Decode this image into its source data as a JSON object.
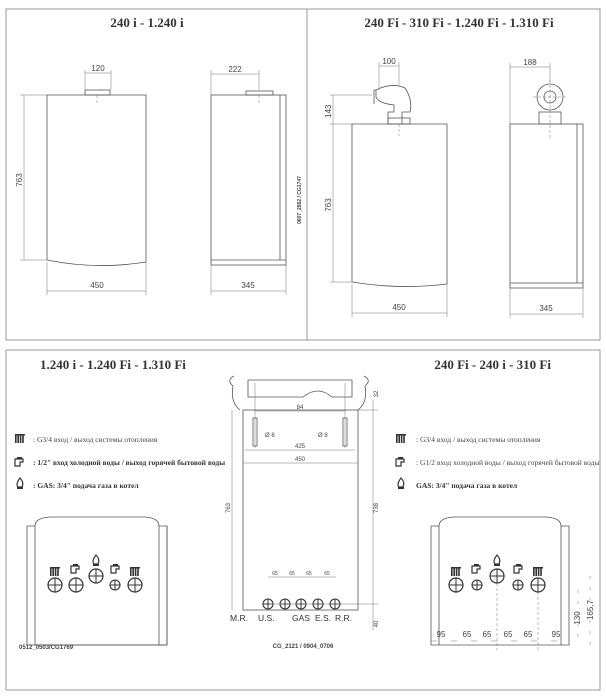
{
  "top_left": {
    "title": "240 i - 1.240 i",
    "dims": {
      "flue_width": "120",
      "flue_offset": "222",
      "height": "763",
      "width": "450",
      "depth": "345"
    },
    "code": "0607_2882 / CG1747"
  },
  "top_right": {
    "title": "240 Fi - 310 Fi - 1.240 Fi - 1.310 Fi",
    "dims": {
      "flue_width": "100",
      "flue_offset": "188",
      "flue_height": "143",
      "height": "763",
      "width": "450",
      "depth": "345"
    }
  },
  "bottom_left": {
    "title": "1.240 i - 1.240 Fi - 1.310 Fi",
    "legend": [
      {
        "icon": "radiator-icon",
        "text": ": G3/4 вход / выход системы отопления"
      },
      {
        "icon": "tap-icon",
        "text": ": 1/2\" вход холодной воды / выход горячей бытовой воды"
      },
      {
        "icon": "flame-icon",
        "text": ": GAS: 3/4\" подача газа в котел"
      }
    ],
    "code": "0512_0503/CG1769"
  },
  "bottom_center": {
    "dims": {
      "bracket": "84",
      "hole": "Ø 8",
      "holes_span": "425",
      "width": "450",
      "top": "32",
      "height_left": "763",
      "height_right": "738",
      "bottom": "40",
      "spacing": "65"
    },
    "connection_labels": [
      "M.R.",
      "U.S.",
      "GAS",
      "E.S.",
      "R.R."
    ],
    "code": "CG_2121 / 0904_0706"
  },
  "bottom_right": {
    "title": "240 Fi - 240 i - 310 Fi",
    "legend": [
      {
        "icon": "radiator-icon",
        "text": ": G3/4 вход / выход системы отопления"
      },
      {
        "icon": "tap-icon",
        "text": ": G1/2 вход холодной воды / выход горячей бытовой воды"
      },
      {
        "icon": "flame-icon",
        "text": "GAS: 3/4\" подача газа в котел"
      }
    ],
    "dims": {
      "spacing": [
        "95",
        "65",
        "65",
        "65",
        "65",
        "95"
      ],
      "h1": "130",
      "h2": "165,7"
    }
  }
}
